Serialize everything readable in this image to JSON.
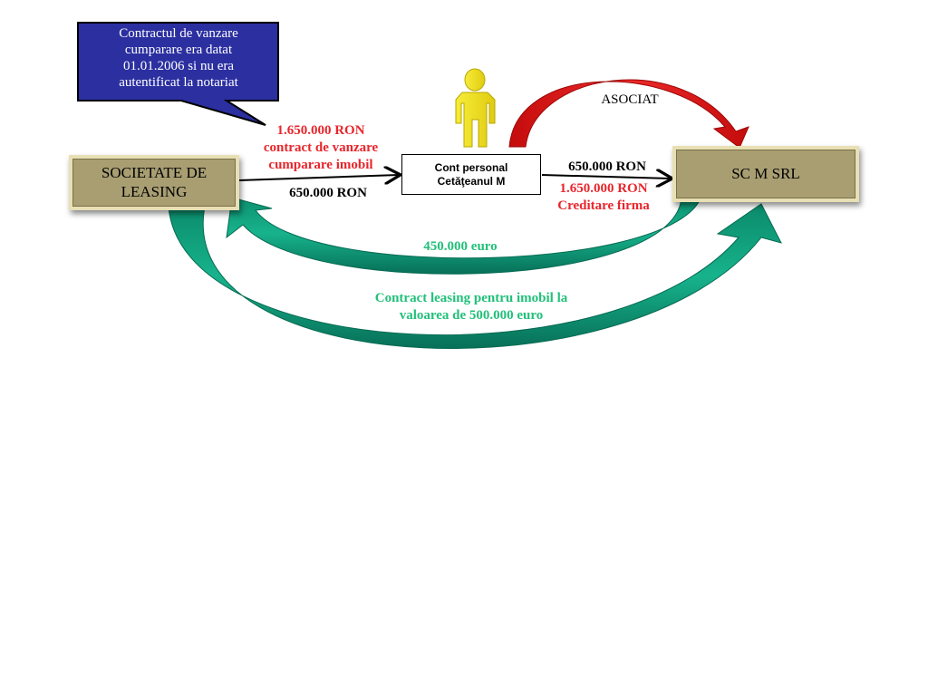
{
  "callout": {
    "text": "Contractul de vanzare\ncumparare era datat\n01.01.2006 si nu era\nautentificat la notariat",
    "fill": "#2b2fa0"
  },
  "nodes": {
    "leasing": "SOCIETATE DE\nLEASING",
    "cont_personal": "Cont personal\nCetăţeanul M",
    "scm": "SC M SRL"
  },
  "labels": {
    "sale_amount": "1.650.000 RON\ncontract de vanzare\ncumparare imobil",
    "paid_to_person": "650.000 RON",
    "paid_to_firm": "650.000 RON",
    "credit_firm": "1.650.000 RON\nCreditare firma",
    "asociat": "ASOCIAT",
    "euro_450": "450.000 euro",
    "leasing_contract": "Contract leasing pentru imobil la\nvaloarea de 500.000 euro"
  },
  "colors": {
    "red_text": "#e8262c",
    "green_text": "#22c07a",
    "box_fill": "#a89e72",
    "green_arrow": "#0e9a78",
    "red_arrow": "#d81414",
    "person": "#f5e61e"
  },
  "icons": [
    "person-icon"
  ]
}
